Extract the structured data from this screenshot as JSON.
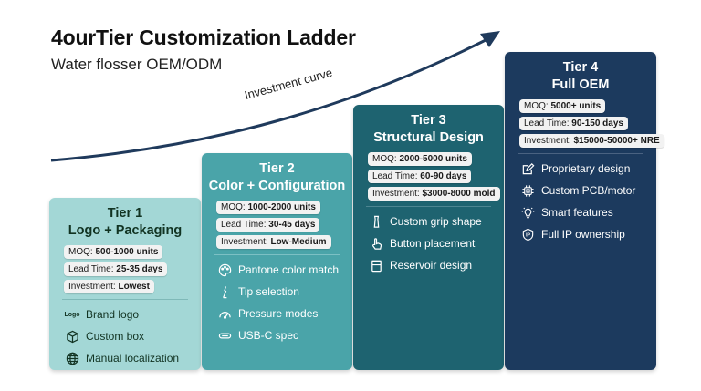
{
  "title": "4ourTier Customization Ladder",
  "subtitle": "Water flosser OEM/ODM",
  "curve_label": "Investment curve",
  "tiers": [
    {
      "name": "Tier 1",
      "label": "Logo + Packaging",
      "pills": [
        {
          "key": "MOQ: ",
          "val": "500-1000 units"
        },
        {
          "key": "Lead Time: ",
          "val": "25-35 days"
        },
        {
          "key": "Investment: ",
          "val": "Lowest"
        }
      ],
      "features": [
        {
          "icon": "logo-text-icon",
          "glyph": "Logo",
          "label": "Brand logo"
        },
        {
          "icon": "box-icon",
          "label": "Custom box"
        },
        {
          "icon": "globe-icon",
          "label": "Manual localization"
        }
      ]
    },
    {
      "name": "Tier 2",
      "label": "Color + Configuration",
      "pills": [
        {
          "key": "MOQ: ",
          "val": "1000-2000 units"
        },
        {
          "key": "Lead Time: ",
          "val": "30-45 days"
        },
        {
          "key": "Investment: ",
          "val": "Low-Medium"
        }
      ],
      "features": [
        {
          "icon": "palette-icon",
          "label": "Pantone color match"
        },
        {
          "icon": "nozzle-tip-icon",
          "label": "Tip selection"
        },
        {
          "icon": "gauge-icon",
          "label": "Pressure modes"
        },
        {
          "icon": "usb-c-icon",
          "label": "USB-C spec"
        }
      ]
    },
    {
      "name": "Tier 3",
      "label": "Structural Design",
      "pills": [
        {
          "key": "MOQ: ",
          "val": "2000-5000 units"
        },
        {
          "key": "Lead Time: ",
          "val": "60-90 days"
        },
        {
          "key": "Investment: ",
          "val": "$3000-8000 mold"
        }
      ],
      "features": [
        {
          "icon": "grip-icon",
          "label": "Custom grip shape"
        },
        {
          "icon": "hand-press-icon",
          "label": "Button placement"
        },
        {
          "icon": "reservoir-icon",
          "label": "Reservoir design"
        }
      ]
    },
    {
      "name": "Tier 4",
      "label": "Full OEM",
      "pills": [
        {
          "key": "MOQ: ",
          "val": "5000+ units"
        },
        {
          "key": "Lead Time: ",
          "val": "90-150 days"
        },
        {
          "key": "Investment: ",
          "val": "$15000-50000+ NRE"
        }
      ],
      "features": [
        {
          "icon": "edit-icon",
          "label": "Proprietary design"
        },
        {
          "icon": "chip-icon",
          "label": "Custom PCB/motor"
        },
        {
          "icon": "bulb-icon",
          "label": "Smart features"
        },
        {
          "icon": "ip-icon",
          "label": "Full IP ownership"
        }
      ]
    }
  ]
}
